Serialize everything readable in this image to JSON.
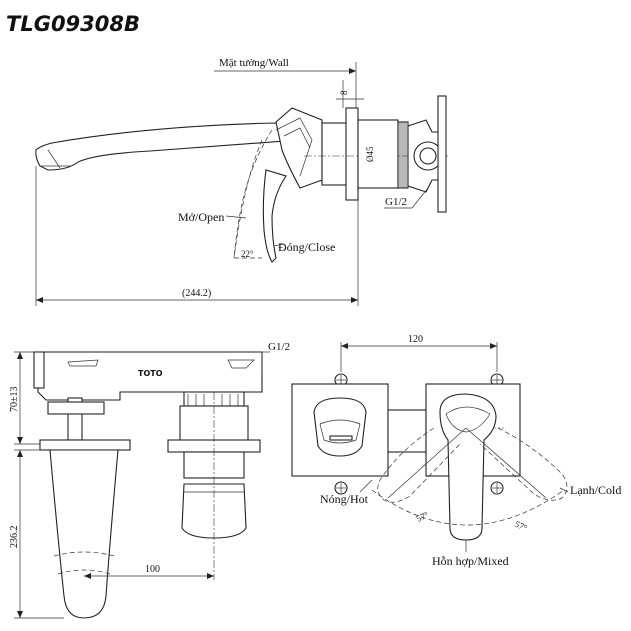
{
  "model": "TLG09308B",
  "side_view": {
    "wall_label": "Mặt tưởng/Wall",
    "wall_thickness": "8",
    "diameter": "Ø45",
    "thread": "G1/2",
    "open_label": "Mở/Open",
    "close_label": "Đóng/Close",
    "angle": "22°",
    "length": "(244.2)"
  },
  "front_view": {
    "thread": "G1/2",
    "brand": "TOTO",
    "dim_top": "70±13",
    "dim_height": "236.2",
    "dim_offset": "100"
  },
  "top_view": {
    "spacing": "120",
    "hot_label": "Nóng/Hot",
    "cold_label": "Lạnh/Cold",
    "mixed_label": "Hỗn hợp/Mixed",
    "angle_left": "57°",
    "angle_right": "57°"
  }
}
